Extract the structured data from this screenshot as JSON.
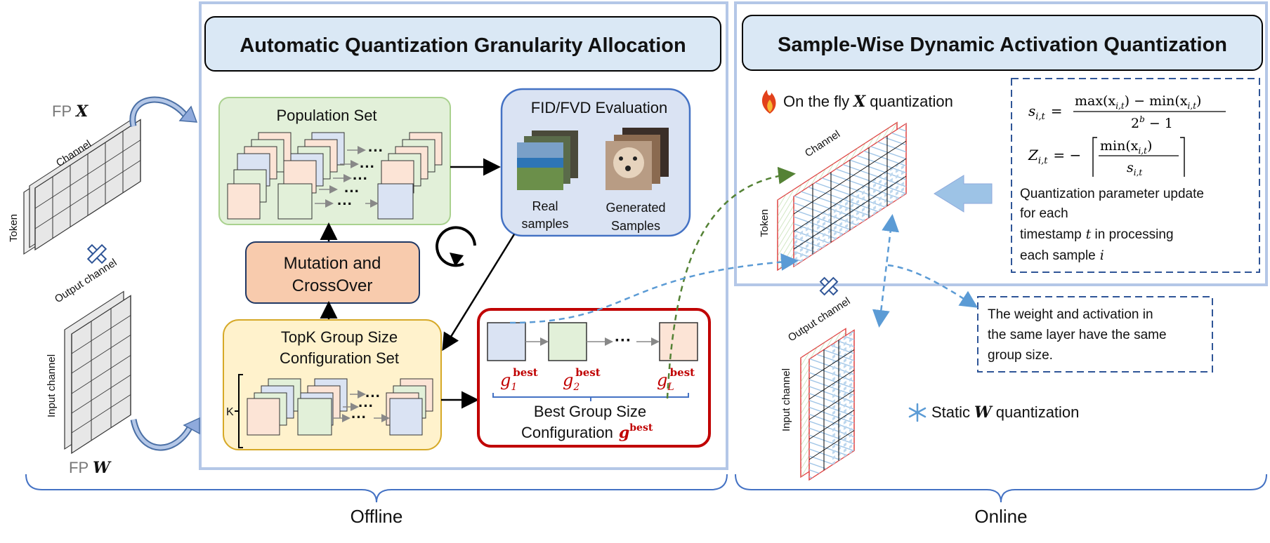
{
  "offline": {
    "title": "Automatic Quantization Granularity Allocation",
    "bottom_label": "Offline"
  },
  "online": {
    "title": "Sample-Wise Dynamic Activation Quantization",
    "bottom_label": "Online"
  },
  "left_inputs": {
    "fp_x_prefix": "FP",
    "fp_x_symbol": "X",
    "fp_w_prefix": "FP",
    "fp_w_symbol": "W",
    "token_label": "Token",
    "channel_label": "Channel",
    "output_channel_label": "Output channel",
    "input_channel_label": "Input channel"
  },
  "population_set": {
    "title": "Population Set",
    "dots": "···"
  },
  "fid_eval": {
    "title": "FID/FVD Evaluation",
    "real_line1": "Real",
    "real_line2": "samples",
    "gen_line1": "Generated",
    "gen_line2": "Samples"
  },
  "mutation": {
    "line1": "Mutation and",
    "line2": "CrossOver"
  },
  "topk": {
    "line1": "TopK Group Size",
    "line2": "Configuration Set",
    "k_label": "K",
    "dots": "···"
  },
  "best_config": {
    "g1": "g",
    "g1_sub": "1",
    "g2": "g",
    "g2_sub": "2",
    "gL": "g",
    "gL_sub": "L",
    "sup": "best",
    "dots": "···",
    "line1": "Best Group Size",
    "line2": "Configuration",
    "g_best": "g",
    "g_best_sup": "best"
  },
  "online_panel": {
    "on_the_fly_prefix": "On the fly",
    "on_the_fly_symbol": "X",
    "on_the_fly_suffix": "quantization",
    "channel_label": "Channel",
    "token_label": "Token",
    "output_channel_label": "Output channel",
    "input_channel_label": "Input channel",
    "static_prefix": "Static",
    "static_symbol": "W",
    "static_suffix": "quantization"
  },
  "formula_box": {
    "s_lhs": "s",
    "s_lhs_sub": "i,t",
    "s_num": "max(x",
    "s_num_mid": ") − min(x",
    "s_num_sub": "i,t",
    "s_den": "2",
    "s_den_sup": "b",
    "s_den_rest": " − 1",
    "z_lhs": "Z",
    "z_lhs_sub": "i,t",
    "z_eq": "= −",
    "z_num": "min(x",
    "z_num_sub": "i,t",
    "z_den": "s",
    "z_den_sub": "i,t",
    "text_line1": "Quantization parameter update",
    "text_line2": "for each",
    "text_line3": " timestamp",
    "text_line3_sym": "t",
    "text_line3_rest": " in processing",
    "text_line4": "each sample",
    "text_line4_sym": "i"
  },
  "note_box": {
    "line1": "The weight and activation in",
    "line2": "the same layer have the same",
    "line3": "group size."
  },
  "colors": {
    "panel_border": "#b4c7e7",
    "title_fill": "#dae8f5",
    "population_fill": "#e2f0d9",
    "population_border": "#a9d18e",
    "eval_fill": "#dae3f3",
    "eval_border": "#4472c4",
    "mutation_fill": "#f8cbad",
    "topk_fill": "#fff2cc",
    "topk_border": "#d6a928",
    "best_border": "#c00000",
    "red_text": "#c00000",
    "green_dash": "#548235",
    "blue_dash": "#2e75b6"
  }
}
